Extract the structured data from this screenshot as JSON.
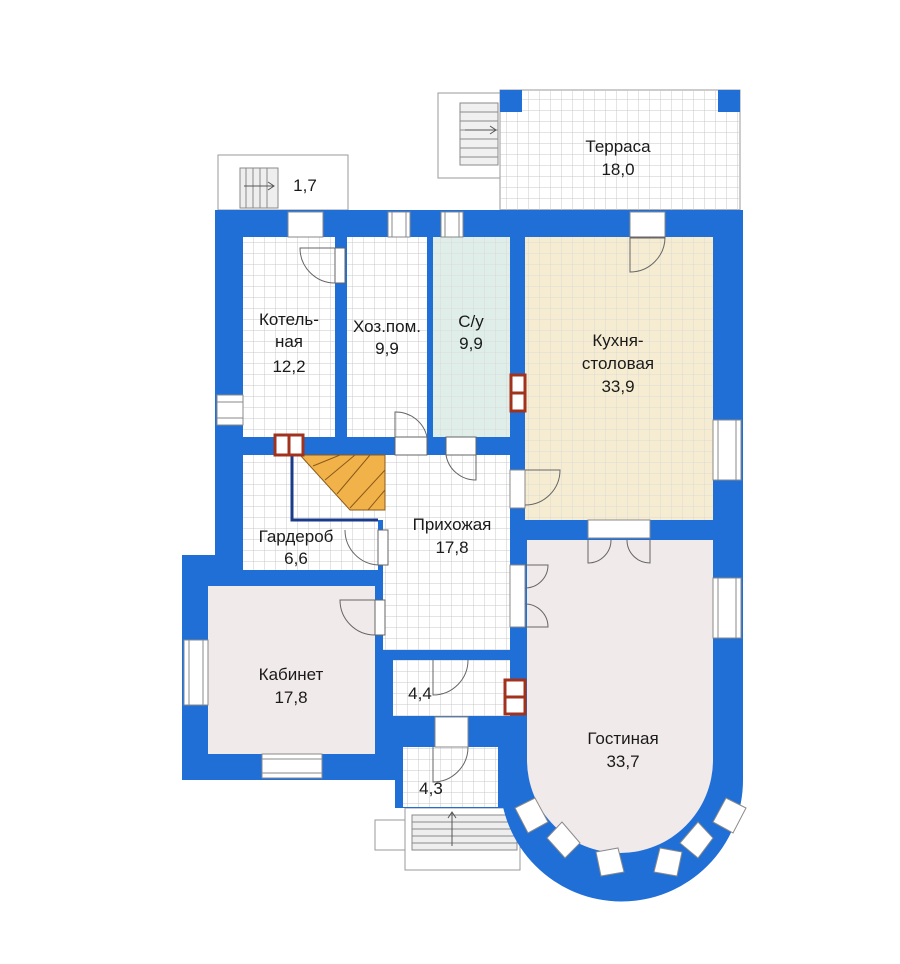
{
  "colors": {
    "wall": "#1f6fd6",
    "tile_grid": "#c9c9c9",
    "kitchen_floor": "#f6ecd2",
    "bath_floor": "#dfeee8",
    "living_floor": "#f1eaea",
    "office_floor": "#f1eaea",
    "stair_fill": "#f2b24a",
    "chimney": "#a0321e"
  },
  "rooms": {
    "terrace": {
      "name": "Терраса",
      "area": "18,0"
    },
    "porch_small": {
      "area": "1,7"
    },
    "boiler": {
      "name_line1": "Котель-",
      "name_line2": "ная",
      "area": "12,2"
    },
    "storage": {
      "name": "Хоз.пом.",
      "area": "9,9"
    },
    "bathroom": {
      "name": "С/у",
      "area": "9,9"
    },
    "kitchen": {
      "name_line1": "Кухня-",
      "name_line2": "столовая",
      "area": "33,9"
    },
    "wardrobe": {
      "name": "Гардероб",
      "area": "6,6"
    },
    "hall": {
      "name": "Прихожая",
      "area": "17,8"
    },
    "office": {
      "name": "Кабинет",
      "area": "17,8"
    },
    "vestibule": {
      "area": "4,4"
    },
    "entrance": {
      "area": "4,3"
    },
    "living": {
      "name": "Гостиная",
      "area": "33,7"
    }
  }
}
